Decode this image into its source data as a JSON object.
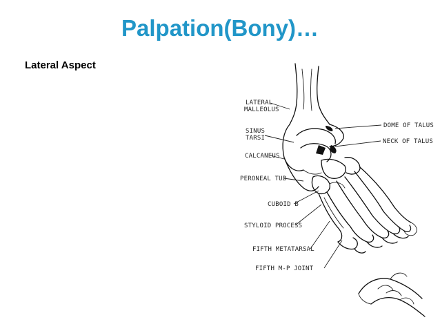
{
  "slide": {
    "title": "Palpation(Bony)…",
    "title_color": "#2196C8",
    "subtitle": "Lateral Aspect"
  },
  "diagram": {
    "labels_left": [
      {
        "id": "lateral-malleolus",
        "lines": [
          "LATERAL",
          "MALLEOLUS"
        ]
      },
      {
        "id": "sinus-tarsi",
        "lines": [
          "SINUS",
          "TARSI"
        ]
      },
      {
        "id": "calcaneus",
        "lines": [
          "CALCANEUS"
        ]
      },
      {
        "id": "peroneal-tub",
        "lines": [
          "PERONEAL TUB"
        ]
      },
      {
        "id": "cuboid-b",
        "lines": [
          "CUBOID B"
        ]
      },
      {
        "id": "styloid-process",
        "lines": [
          "STYLOID PROCESS"
        ]
      },
      {
        "id": "fifth-metatarsal",
        "lines": [
          "FIFTH METATARSAL"
        ]
      },
      {
        "id": "fifth-mp-joint",
        "lines": [
          "FIFTH M-P JOINT"
        ]
      }
    ],
    "labels_right": [
      {
        "id": "dome-of-talus",
        "lines": [
          "DOME OF TALUS"
        ]
      },
      {
        "id": "neck-of-talus",
        "lines": [
          "NECK OF TALUS"
        ]
      }
    ]
  }
}
